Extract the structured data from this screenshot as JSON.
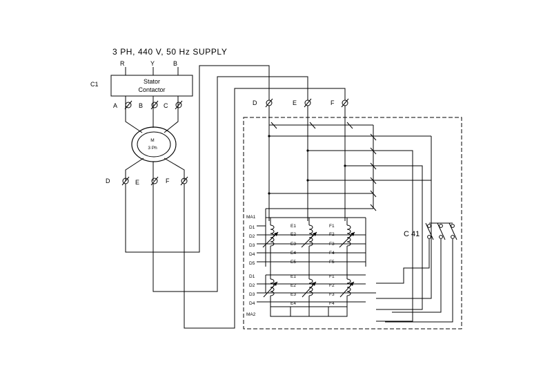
{
  "supply": {
    "title": "3 PH, 440 V, 50 Hz SUPPLY",
    "phases": [
      "R",
      "Y",
      "B"
    ]
  },
  "contactor": {
    "tag": "C1",
    "line1": "Stator",
    "line2": "Contactor"
  },
  "stator_terminals": [
    "A",
    "B",
    "C"
  ],
  "motor": {
    "symbol": "M",
    "phase": "3 Ph"
  },
  "rotor_terminals": [
    "D",
    "E",
    "F"
  ],
  "panel_terminals": [
    "D",
    "E",
    "F"
  ],
  "rotor_contactor": "C 41",
  "bank1": {
    "top": "MA1",
    "col_d": [
      "D1",
      "D2",
      "D3",
      "D4",
      "D5"
    ],
    "col_e": [
      "E1",
      "E2",
      "E3",
      "E4",
      "E5"
    ],
    "col_f": [
      "F1",
      "F2",
      "F3",
      "F4",
      "F5"
    ]
  },
  "bank2": {
    "bottom": "MA2",
    "col_d": [
      "D1",
      "D2",
      "D3",
      "D4"
    ],
    "col_e": [
      "E1",
      "E2",
      "E3",
      "E4"
    ],
    "col_f": [
      "F1",
      "F2",
      "F3",
      "F4"
    ]
  }
}
